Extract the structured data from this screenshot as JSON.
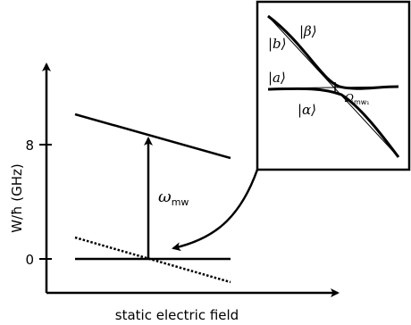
{
  "axes": {
    "ylabel": "W/ħ (GHz)",
    "xlabel": "static electric field",
    "yticks": [
      "0",
      "8"
    ]
  },
  "main": {
    "omega_label": "ω",
    "omega_sub": "mw"
  },
  "inset": {
    "state_b": "|b⟩",
    "state_beta": "|β⟩",
    "state_a": "|a⟩",
    "state_alpha": "|α⟩",
    "omega_label": "Ω",
    "omega_sub": "mw₁"
  }
}
